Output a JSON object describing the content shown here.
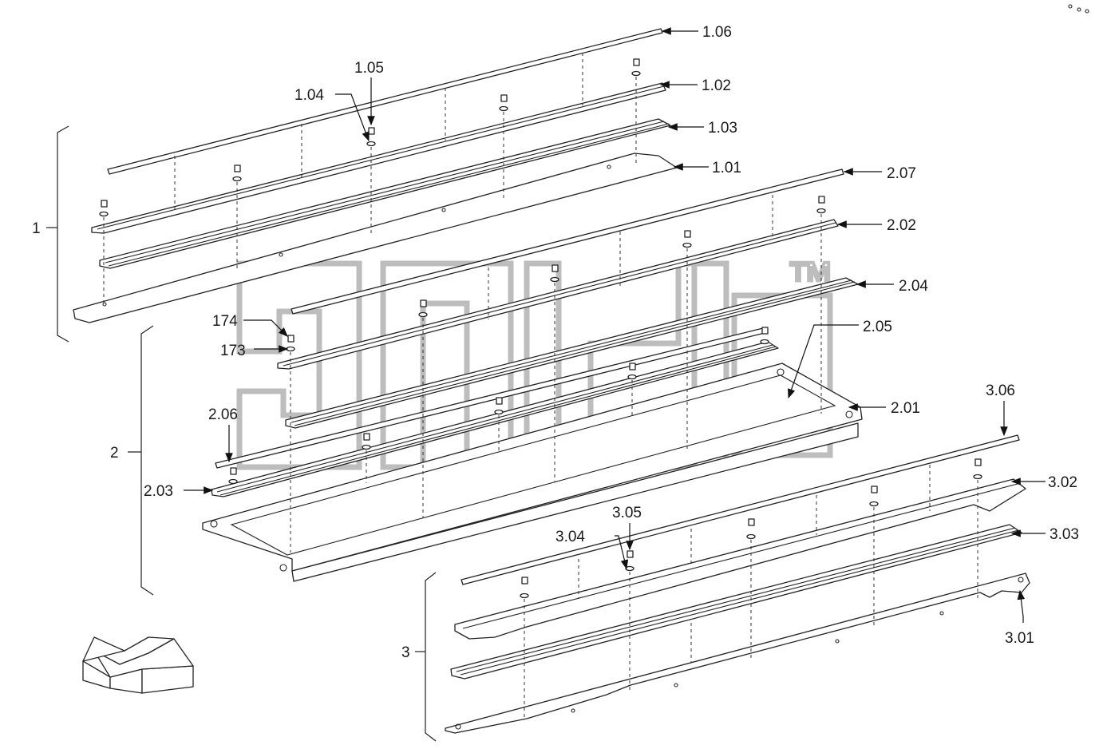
{
  "diagram": {
    "watermark": "™",
    "groups": [
      {
        "label": "1"
      },
      {
        "label": "2"
      },
      {
        "label": "3"
      }
    ],
    "callouts": {
      "c106": "1.06",
      "c105": "1.05",
      "c104": "1.04",
      "c102": "1.02",
      "c103": "1.03",
      "c101": "1.01",
      "c207": "2.07",
      "c202": "2.02",
      "c204": "2.04",
      "c205": "2.05",
      "c201": "2.01",
      "c206": "2.06",
      "c203": "2.03",
      "c174": "174",
      "c173": "173",
      "c306": "3.06",
      "c302": "3.02",
      "c303": "3.03",
      "c305": "3.05",
      "c304": "3.04",
      "c301": "3.01"
    },
    "colors": {
      "line": "#222222",
      "watermark": "#bdbdbd"
    },
    "icons": {
      "direction": "direction-arrow-icon"
    }
  }
}
